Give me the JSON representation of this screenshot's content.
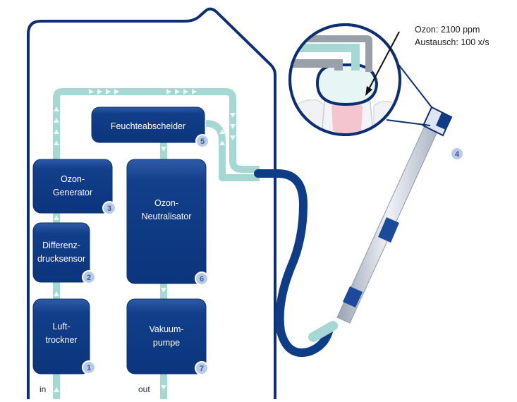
{
  "colors": {
    "navy": "#0e3c86",
    "box_top": "#3a67b0",
    "outline": "#0d2e73",
    "air": "#a6d8d3",
    "arrow": "#d4f1ee",
    "badge": "#b7cbe8",
    "handpiece": "#c8cfdb",
    "tooth_pink": "#f4c5cf"
  },
  "boxes": {
    "lufttrockner": {
      "line1": "Luft-",
      "line2": "trockner",
      "number": "1"
    },
    "differenz": {
      "line1": "Differenz-",
      "line2": "drucksensor",
      "number": "2"
    },
    "ozon_generator": {
      "line1": "Ozon-",
      "line2": "Generator",
      "number": "3"
    },
    "feuchteabscheider": {
      "label": "Feuchteabscheider",
      "number": "5"
    },
    "neutralisator": {
      "line1": "Ozon-",
      "line2": "Neutralisator",
      "number": "6"
    },
    "vakuumpumpe": {
      "line1": "Vakuum-",
      "line2": "pumpe",
      "number": "7"
    }
  },
  "handpiece": {
    "number": "4"
  },
  "io": {
    "in": "in",
    "out": "out"
  },
  "callout": {
    "line1": "Ozon: 2100 ppm",
    "line2": "Austausch: 100 x/s"
  }
}
